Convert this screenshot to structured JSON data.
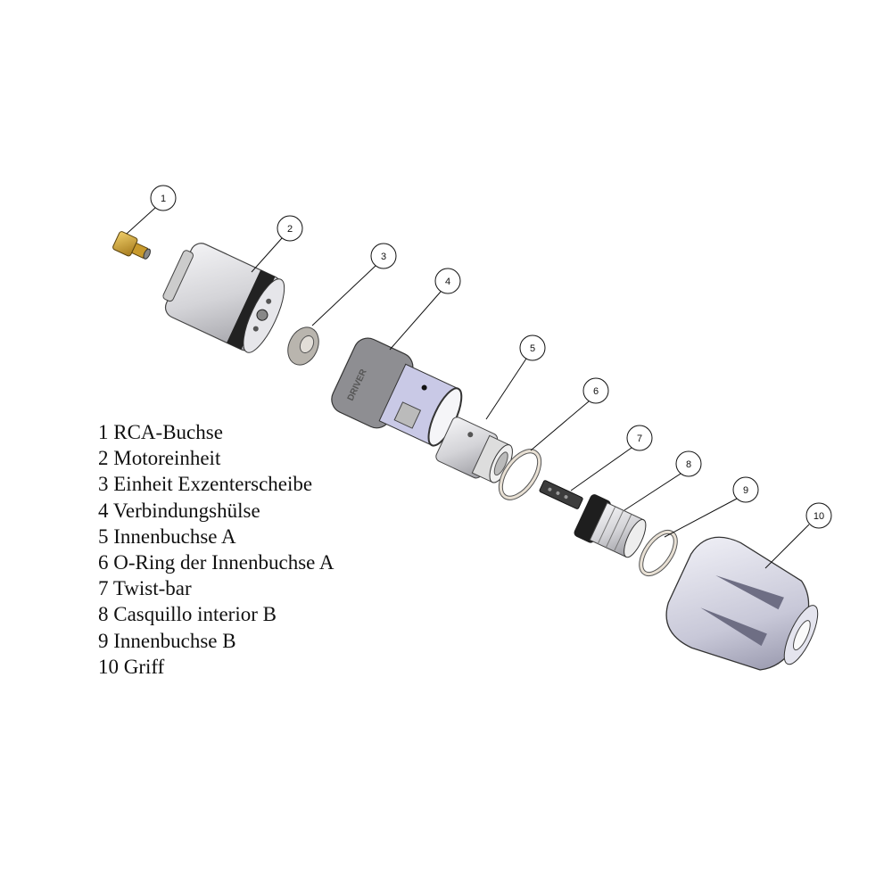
{
  "title": "Exploded view parts list",
  "callouts": [
    "1",
    "2",
    "3",
    "4",
    "5",
    "6",
    "7",
    "8",
    "9",
    "10"
  ],
  "legend": [
    "1 RCA-Buchse",
    "2 Motoreinheit",
    "3 Einheit Exzenterscheibe",
    "4 Verbindungshülse",
    "5 Innenbuchse A",
    "6 O-Ring der Innenbuchse A",
    "7 Twist-bar",
    "8 Casquillo interior B",
    "9 Innenbuchse B",
    "10 Griff"
  ],
  "part_marking": "DRIVER",
  "colors": {
    "brass": "#c9a23a",
    "metal": "#d8d8dc",
    "dark": "#2a2a2a",
    "sleeve": "#8a8a8e",
    "lavender": "#c9c9e6"
  }
}
